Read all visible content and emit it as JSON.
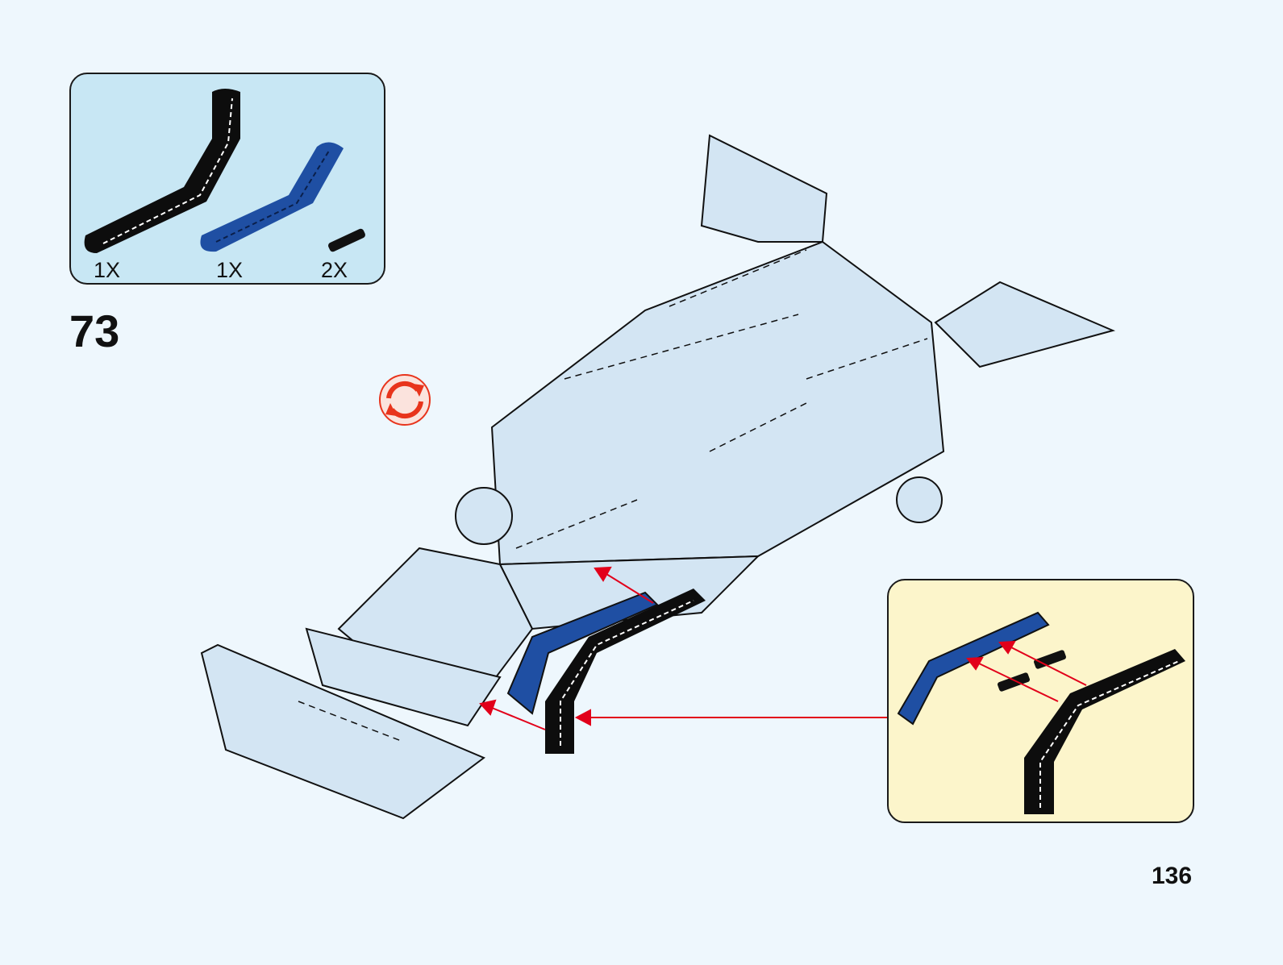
{
  "step": {
    "number": "73"
  },
  "page": {
    "number": "136"
  },
  "parts_list": [
    {
      "part": "black-bent-liftarm",
      "color": "#0d0d0d",
      "quantity": "1X"
    },
    {
      "part": "blue-bent-liftarm",
      "color": "#1f4fa3",
      "quantity": "1X"
    },
    {
      "part": "black-connector-pin",
      "color": "#111111",
      "quantity": "2X"
    }
  ],
  "indicators": {
    "rotate_model_icon": "rotate-arrows",
    "rotate_color": "#e8341c"
  },
  "colors": {
    "background": "#eef7fd",
    "parts_panel": "#c8e7f4",
    "callout_panel": "#fcf5cb",
    "model": "#d3e5f3",
    "arrow": "#e2001a"
  }
}
